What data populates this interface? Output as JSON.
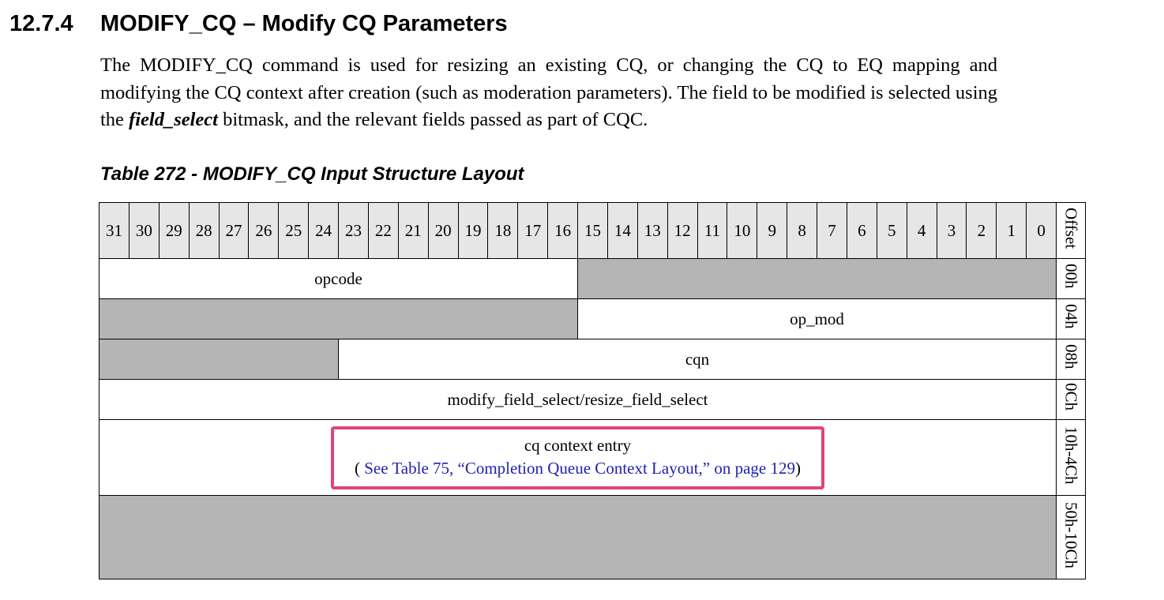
{
  "section": {
    "number": "12.7.4",
    "title": "MODIFY_CQ – Modify CQ Parameters"
  },
  "description": {
    "before": "The MODIFY_CQ command is used for resizing an existing CQ, or changing the CQ to EQ mapping and modifying the CQ context after creation (such as moderation parameters). The field to be modified is selected using the ",
    "emphasis": "field_select",
    "after": " bitmask, and the relevant fields passed as part of CQC."
  },
  "table": {
    "caption": "Table 272 - MODIFY_CQ Input Structure Layout",
    "bits": [
      "31",
      "30",
      "29",
      "28",
      "27",
      "26",
      "25",
      "24",
      "23",
      "22",
      "21",
      "20",
      "19",
      "18",
      "17",
      "16",
      "15",
      "14",
      "13",
      "12",
      "11",
      "10",
      "9",
      "8",
      "7",
      "6",
      "5",
      "4",
      "3",
      "2",
      "1",
      "0"
    ],
    "offset_header": "Offset",
    "rows": [
      {
        "offset": "00h",
        "field": "opcode"
      },
      {
        "offset": "04h",
        "field": "op_mod"
      },
      {
        "offset": "08h",
        "field": "cqn"
      },
      {
        "offset": "0Ch",
        "field": "modify_field_select/resize_field_select"
      },
      {
        "offset": "10h-4Ch",
        "field": "cq context entry",
        "ref_open": "( ",
        "ref_link": "See Table 75, “Completion Queue Context Layout,” on page 129",
        "ref_close": ")"
      },
      {
        "offset": "50h-10Ch"
      }
    ]
  },
  "colors": {
    "header_bg": "#e6e6e6",
    "reserved_bg": "#b5b5b5",
    "highlight_border": "#e0457a",
    "link": "#1f1fb3"
  }
}
